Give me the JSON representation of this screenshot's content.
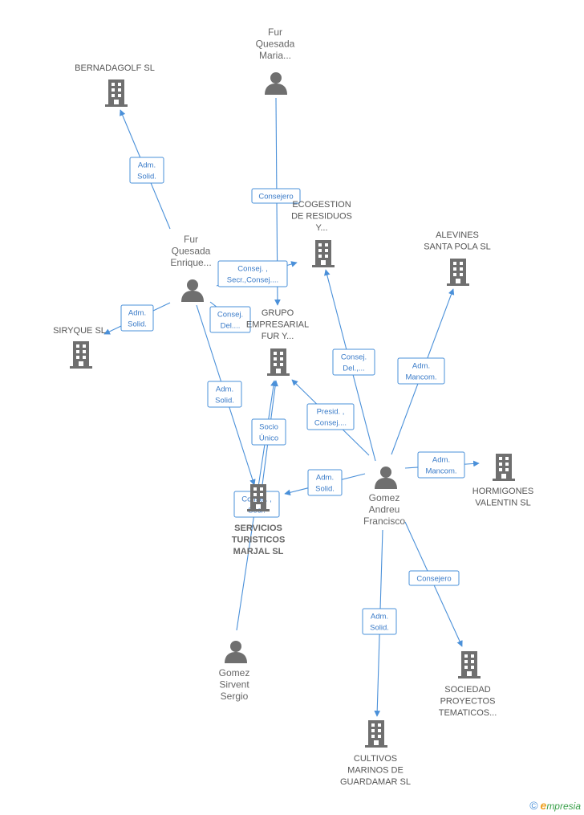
{
  "colors": {
    "edge": "#4a90d9",
    "icon": "#6f6f6f",
    "text": "#555555",
    "brand_green": "#3aa04a",
    "brand_orange": "#f0a020"
  },
  "nodes": [
    {
      "id": "bernadagolf",
      "kind": "company",
      "lines": [
        "BERNADAGOLF SL"
      ],
      "icon": "building-icon"
    },
    {
      "id": "fur_maria",
      "kind": "person",
      "lines": [
        "Fur",
        "Quesada",
        "Maria..."
      ],
      "icon": "person-icon"
    },
    {
      "id": "ecogestion",
      "kind": "company",
      "lines": [
        "ECOGESTION",
        "DE RESIDUOS",
        "Y..."
      ],
      "icon": "building-icon"
    },
    {
      "id": "alevines",
      "kind": "company",
      "lines": [
        "ALEVINES",
        "SANTA POLA SL"
      ],
      "icon": "building-icon"
    },
    {
      "id": "fur_enrique",
      "kind": "person",
      "lines": [
        "Fur",
        "Quesada",
        "Enrique..."
      ],
      "icon": "person-icon"
    },
    {
      "id": "siryque",
      "kind": "company",
      "lines": [
        "SIRYQUE  SL"
      ],
      "icon": "building-icon"
    },
    {
      "id": "grupo",
      "kind": "company",
      "lines": [
        "GRUPO",
        "EMPRESARIAL",
        "FUR Y..."
      ],
      "icon": "building-icon"
    },
    {
      "id": "gomez_andreu",
      "kind": "person",
      "lines": [
        "Gomez",
        "Andreu",
        "Francisco"
      ],
      "icon": "person-icon"
    },
    {
      "id": "hormigones",
      "kind": "company",
      "lines": [
        "HORMIGONES",
        "VALENTIN SL"
      ],
      "icon": "building-icon"
    },
    {
      "id": "servicios",
      "kind": "company",
      "lines": [
        "SERVICIOS",
        "TURISTICOS",
        "MARJAL SL"
      ],
      "icon": "building-icon",
      "bold": true
    },
    {
      "id": "gomez_sirvent",
      "kind": "person",
      "lines": [
        "Gomez",
        "Sirvent",
        "Sergio"
      ],
      "icon": "person-icon"
    },
    {
      "id": "sociedad",
      "kind": "company",
      "lines": [
        "SOCIEDAD",
        "PROYECTOS",
        "TEMATICOS..."
      ],
      "icon": "building-icon"
    },
    {
      "id": "cultivos",
      "kind": "company",
      "lines": [
        "CULTIVOS",
        "MARINOS DE",
        "GUARDAMAR SL"
      ],
      "icon": "building-icon"
    }
  ],
  "edges": [
    {
      "id": "e1",
      "from": "fur_enrique",
      "to": "bernadagolf",
      "role": [
        "Adm.",
        "Solid."
      ]
    },
    {
      "id": "e2",
      "from": "fur_maria",
      "to": "grupo",
      "role": [
        "Consejero"
      ]
    },
    {
      "id": "e3",
      "from": "fur_enrique",
      "to": "ecogestion",
      "role": [
        "Consej. ,",
        "Secr.,Consej...."
      ]
    },
    {
      "id": "e4",
      "from": "fur_enrique",
      "to": "siryque",
      "role": [
        "Adm.",
        "Solid."
      ]
    },
    {
      "id": "e5",
      "from": "fur_enrique",
      "to": "grupo",
      "role": [
        "Consej.",
        "Del...."
      ]
    },
    {
      "id": "e6",
      "from": "fur_enrique",
      "to": "servicios",
      "role": [
        "Adm.",
        "Solid."
      ]
    },
    {
      "id": "e7",
      "from": "gomez_andreu",
      "to": "ecogestion",
      "role": [
        "Consej.",
        "Del.,..."
      ]
    },
    {
      "id": "e8",
      "from": "gomez_andreu",
      "to": "alevines",
      "role": [
        "Adm.",
        "Mancom."
      ]
    },
    {
      "id": "e9",
      "from": "gomez_andreu",
      "to": "grupo",
      "role": [
        "Presid. ,",
        "Consej...."
      ]
    },
    {
      "id": "e10",
      "from": "grupo",
      "to": "servicios",
      "role": [
        "Socio",
        "Único"
      ]
    },
    {
      "id": "e11",
      "from": "gomez_andreu",
      "to": "servicios",
      "role": [
        "Adm.",
        "Solid."
      ]
    },
    {
      "id": "e12",
      "from": "gomez_sirvent",
      "to": "servicios",
      "role": [
        "Consej. ,",
        "Secr."
      ]
    },
    {
      "id": "e13",
      "from": "gomez_andreu",
      "to": "hormigones",
      "role": [
        "Adm.",
        "Mancom."
      ]
    },
    {
      "id": "e14",
      "from": "gomez_andreu",
      "to": "sociedad",
      "role": [
        "Consejero"
      ]
    },
    {
      "id": "e15",
      "from": "gomez_andreu",
      "to": "cultivos",
      "role": [
        "Adm.",
        "Solid."
      ]
    }
  ],
  "brand": {
    "copyright": "©",
    "initial": "e",
    "name": "mpresia"
  }
}
